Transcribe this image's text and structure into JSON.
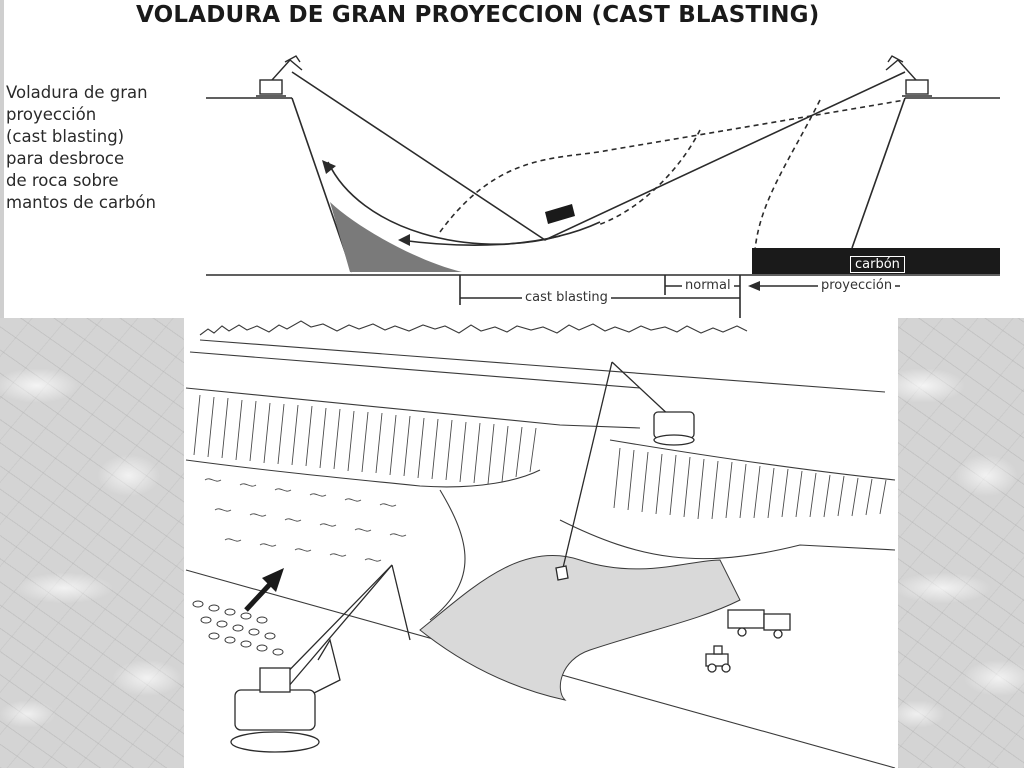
{
  "title": {
    "main": "VOLADURA DE GRAN PROYECCION (",
    "emphasis": "CAST BLASTING",
    "close": ")"
  },
  "description_lines": [
    "Voladura de gran",
    "proyección",
    "(cast blasting)",
    "para desbroce",
    "de roca sobre",
    "mantos de carbón"
  ],
  "cross_section_labels": {
    "carbon": "carbón",
    "cast_blasting": "cast blasting",
    "normal": "normal",
    "proyeccion": "proyección"
  },
  "icons": [
    "excavator-icon",
    "dragline-icon",
    "truck-icon",
    "tractor-icon",
    "direction-arrow-icon"
  ],
  "colors": {
    "line": "#2b2b2b",
    "coal_seam": "#1a1a1a",
    "blasted_pile": "#7a7a7a",
    "exposed_seam": "#d9d9d9",
    "marble_border": "#d4d4d4"
  }
}
